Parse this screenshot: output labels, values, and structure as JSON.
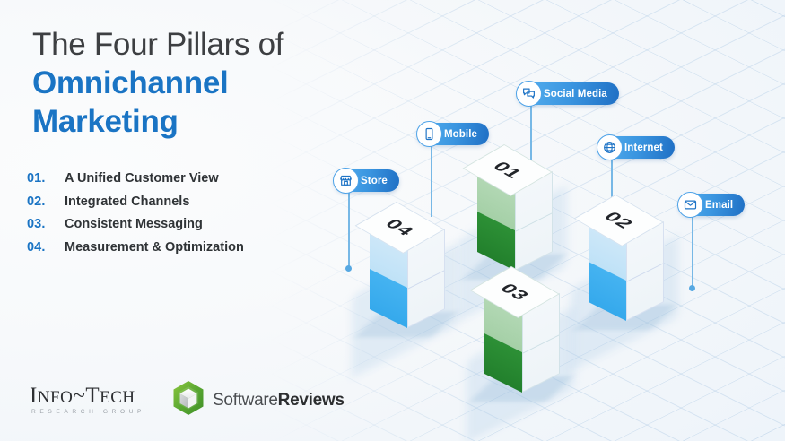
{
  "headline": {
    "line1": "The Four Pillars of",
    "line2": "Omnichannel",
    "line3": "Marketing"
  },
  "pillars": [
    {
      "num": "01.",
      "label": "A Unified Customer View"
    },
    {
      "num": "02.",
      "label": "Integrated Channels"
    },
    {
      "num": "03.",
      "label": "Consistent Messaging"
    },
    {
      "num": "04.",
      "label": "Measurement & Optimization"
    }
  ],
  "blocks": [
    {
      "number": "01",
      "color": "green"
    },
    {
      "number": "02",
      "color": "blue"
    },
    {
      "number": "03",
      "color": "green"
    },
    {
      "number": "04",
      "color": "blue"
    }
  ],
  "badges": [
    {
      "label": "Store",
      "icon": "store-icon"
    },
    {
      "label": "Mobile",
      "icon": "mobile-icon"
    },
    {
      "label": "Social Media",
      "icon": "social-media-icon"
    },
    {
      "label": "Internet",
      "icon": "internet-globe-icon"
    },
    {
      "label": "Email",
      "icon": "email-envelope-icon"
    }
  ],
  "logos": {
    "infotech_main_a": "I",
    "infotech_main_b": "NFO",
    "infotech_tilde": "~",
    "infotech_main_c": "T",
    "infotech_main_d": "ECH",
    "infotech_sub": "RESEARCH GROUP",
    "softwarereviews_light": "Software",
    "softwarereviews_bold": "Reviews"
  },
  "colors": {
    "accent_blue": "#1a74c4",
    "badge_blue": "#3a95e0",
    "block_green_dark": "#2a8a33",
    "block_green_light": "#a9d4ab",
    "block_blue_dark": "#3fb0f0",
    "block_blue_light": "#bfe2f7",
    "text_dark": "#3d3f42",
    "background": "#f6f8fa"
  }
}
